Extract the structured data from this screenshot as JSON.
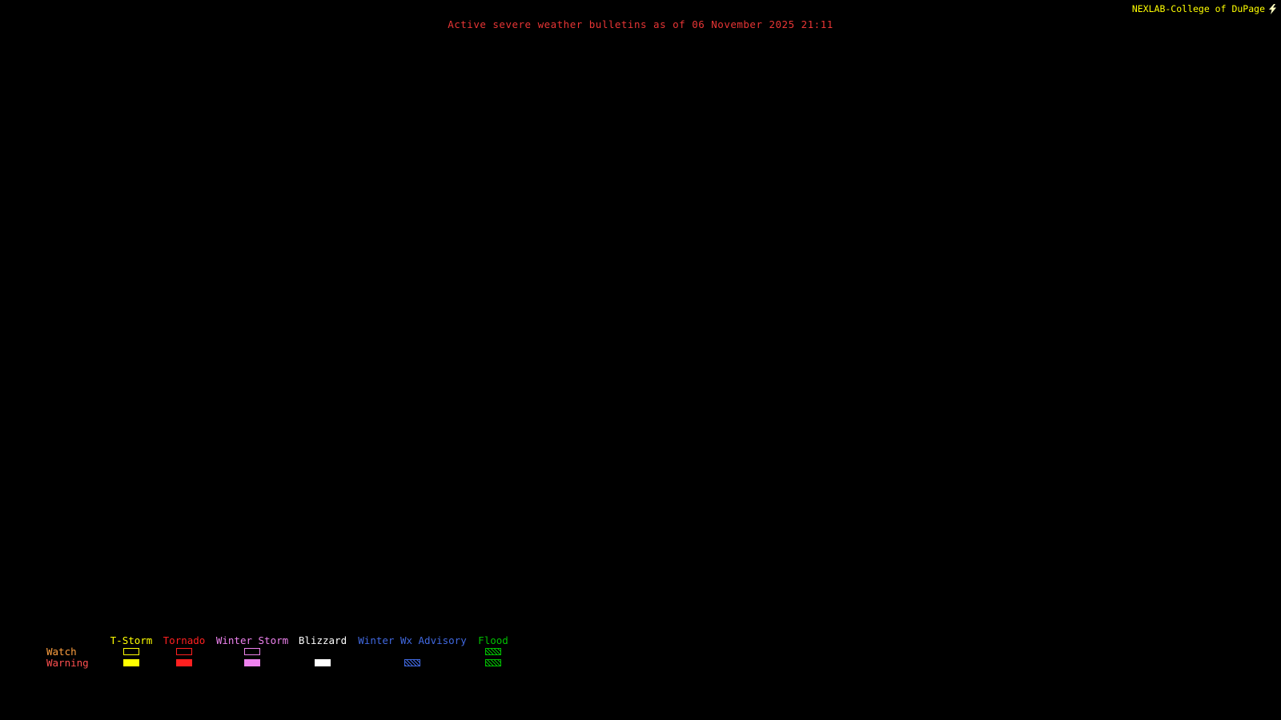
{
  "header": {
    "title": "Active severe weather bulletins as of 06 November 2025 21:11",
    "brand": "NEXLAB-College of DuPage"
  },
  "colors": {
    "background": "#000000",
    "title": "#e83535",
    "brand": "#ffff00",
    "watch_label": "#ffa040",
    "warning_label": "#ff5050"
  },
  "icons": {
    "corner": "nexlab-logo-icon"
  },
  "legend": {
    "watch_label": "Watch",
    "warning_label": "Warning",
    "categories": [
      {
        "label": "T-Storm",
        "color": "#ffff00",
        "watch_style": "outline",
        "warning_style": "fill"
      },
      {
        "label": "Tornado",
        "color": "#ff2020",
        "watch_style": "outline",
        "warning_style": "fill"
      },
      {
        "label": "Winter Storm",
        "color": "#ee82ee",
        "watch_style": "outline",
        "warning_style": "fill"
      },
      {
        "label": "Blizzard",
        "color": "#ffffff",
        "watch_style": "none",
        "warning_style": "fill"
      },
      {
        "label": "Winter Wx Advisory",
        "color": "#4169e1",
        "watch_style": "none",
        "warning_style": "hatch"
      },
      {
        "label": "Flood",
        "color": "#00c000",
        "watch_style": "hatch",
        "warning_style": "hatch"
      }
    ]
  }
}
